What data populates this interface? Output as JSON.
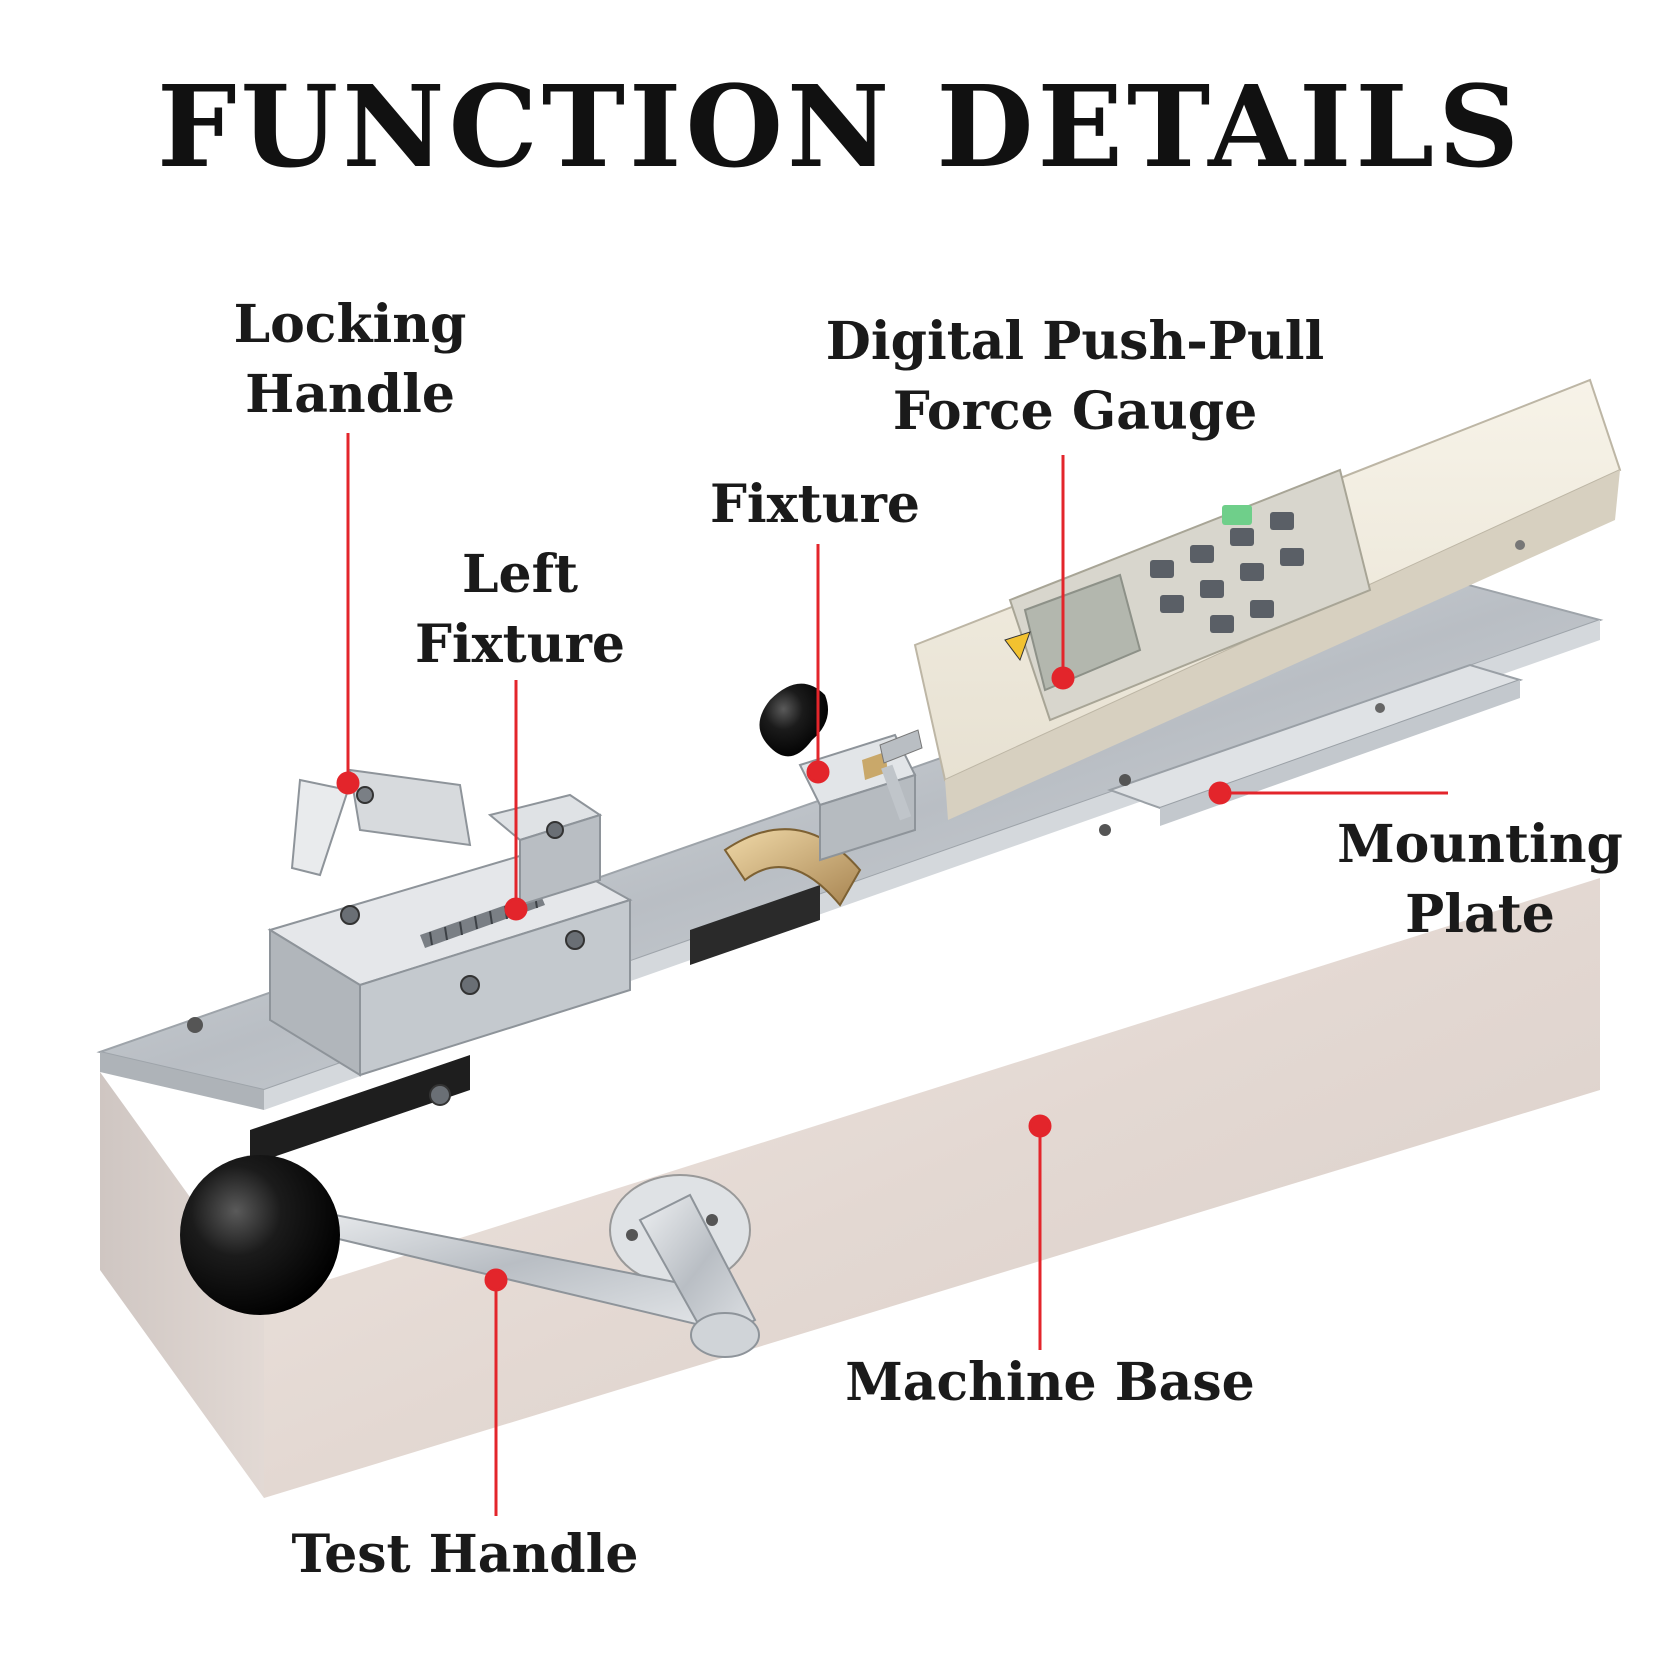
{
  "title": "FUNCTION DETAILS",
  "labels": {
    "locking_handle": [
      "Locking",
      "Handle"
    ],
    "digital_gauge": [
      "Digital Push-Pull",
      "Force Gauge"
    ],
    "fixture": [
      "Fixture"
    ],
    "left_fixture": [
      "Left",
      "Fixture"
    ],
    "mounting_plate": [
      "Mounting",
      "Plate"
    ],
    "machine_base": [
      "Machine Base"
    ],
    "test_handle": [
      "Test Handle"
    ]
  },
  "colors": {
    "pointer": "#e3252b",
    "text": "#1a1a1a",
    "base_body": "#e8ded8",
    "gauge_body": "#f3efe3",
    "steel": "#c9cdd2",
    "knob": "#111111"
  }
}
